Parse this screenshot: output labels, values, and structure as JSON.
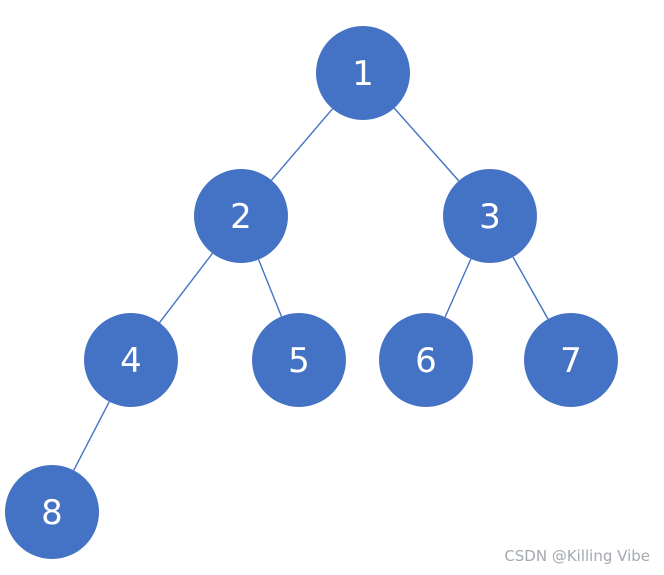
{
  "colors": {
    "node_fill": "#4472C4",
    "edge": "#4472C4",
    "label": "#FFFFFF"
  },
  "tree": {
    "nodes": [
      {
        "id": "1",
        "label": "1"
      },
      {
        "id": "2",
        "label": "2"
      },
      {
        "id": "3",
        "label": "3"
      },
      {
        "id": "4",
        "label": "4"
      },
      {
        "id": "5",
        "label": "5"
      },
      {
        "id": "6",
        "label": "6"
      },
      {
        "id": "7",
        "label": "7"
      },
      {
        "id": "8",
        "label": "8"
      }
    ],
    "edges": [
      {
        "from": "1",
        "to": "2"
      },
      {
        "from": "1",
        "to": "3"
      },
      {
        "from": "2",
        "to": "4"
      },
      {
        "from": "2",
        "to": "5"
      },
      {
        "from": "3",
        "to": "6"
      },
      {
        "from": "3",
        "to": "7"
      },
      {
        "from": "4",
        "to": "8"
      }
    ]
  },
  "watermark": {
    "text": "CSDN @Killing Vibe"
  }
}
